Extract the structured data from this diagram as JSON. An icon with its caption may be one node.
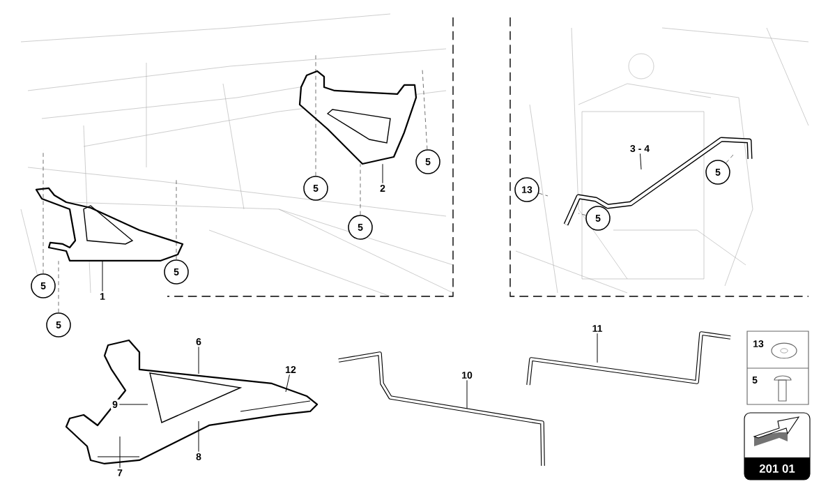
{
  "diagram": {
    "nodes": [
      {
        "text": [
          "5"
        ]
      },
      {
        "text": [
          "2"
        ]
      },
      {
        "text": [
          "5"
        ]
      },
      {
        "text": [
          "5"
        ]
      },
      {
        "text": [
          "5"
        ]
      },
      {
        "text": [
          "5"
        ]
      },
      {
        "text": [
          "1"
        ]
      },
      {
        "text": [
          "5"
        ]
      },
      {
        "text": [
          "3 - 4"
        ]
      },
      {
        "text": [
          "5"
        ]
      },
      {
        "text": [
          "13"
        ]
      },
      {
        "text": [
          "5"
        ]
      },
      {
        "text": [
          "11"
        ]
      },
      {
        "text": [
          "6"
        ]
      },
      {
        "text": [
          "12"
        ]
      },
      {
        "text": [
          "10"
        ]
      },
      {
        "text": [
          "9"
        ]
      },
      {
        "text": [
          "8"
        ]
      },
      {
        "text": [
          "7"
        ]
      },
      {
        "text": [],
        "shape": "picture"
      },
      {
        "text": [],
        "shape": "picture"
      }
    ],
    "edges": [
      {
        "from": 0,
        "to": null,
        "arrow": "none",
        "style": "dashed"
      },
      {
        "from": 1,
        "to": 20,
        "arrow": "none"
      },
      {
        "from": 2,
        "to": null,
        "arrow": "none",
        "style": "dashed"
      },
      {
        "from": 3,
        "to": 20,
        "arrow": "none",
        "style": "dashed"
      },
      {
        "from": 4,
        "to": null,
        "arrow": "none",
        "style": "dashed"
      },
      {
        "from": 5,
        "to": null,
        "arrow": "none",
        "style": "dashed"
      },
      {
        "from": 6,
        "to": 19,
        "arrow": "none"
      },
      {
        "from": 7,
        "to": 19,
        "arrow": "none",
        "style": "dashed"
      },
      {
        "from": 8,
        "to": null,
        "arrow": "none"
      },
      {
        "from": 9,
        "to": null,
        "arrow": "none",
        "style": "dashed"
      },
      {
        "from": 10,
        "to": null,
        "arrow": "none",
        "style": "dashed"
      },
      {
        "from": 11,
        "to": null,
        "arrow": "none",
        "style": "dashed"
      },
      {
        "from": 12,
        "to": null,
        "arrow": "none"
      },
      {
        "from": 13,
        "to": null,
        "arrow": "none"
      },
      {
        "from": 14,
        "to": null,
        "arrow": "none"
      },
      {
        "from": 15,
        "to": null,
        "arrow": "none"
      },
      {
        "from": 16,
        "to": null,
        "arrow": "none"
      },
      {
        "from": 17,
        "to": null,
        "arrow": "none"
      },
      {
        "from": 18,
        "to": null,
        "arrow": "none"
      }
    ],
    "labels": [
      "13",
      "5",
      "201 01"
    ]
  }
}
